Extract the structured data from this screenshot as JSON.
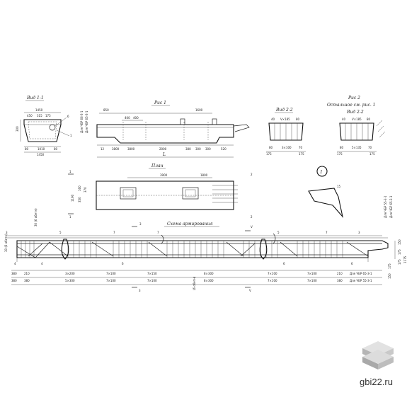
{
  "titles": {
    "view11": "Вид 1-1",
    "fig1": "Рис 1",
    "view22": "Вид 2-2",
    "fig2": "Рис 2",
    "fig2_note": "Остальное см. рис. 1",
    "fig2_view": "Вид 2-2",
    "plan": "План",
    "scheme": "Схема армирования"
  },
  "view11_dims": {
    "top": "1450",
    "sub": [
      "450",
      "315",
      "175"
    ],
    "left": "300",
    "bottom": [
      "80",
      "1010",
      "80"
    ],
    "total": "1450",
    "callouts": [
      "6",
      "1"
    ]
  },
  "fig1_dims": {
    "top_left": "850",
    "top_mid": [
      "400",
      "400"
    ],
    "top_right": "1600",
    "bottom": [
      "12",
      "3800",
      "3800",
      "2000",
      "380",
      "300",
      "300",
      "520"
    ],
    "span": "L",
    "side": [
      "Для ЧБР 66-3-1",
      "Для ЧБР 65-3-1"
    ]
  },
  "plan_dims": {
    "top": [
      "3900",
      "1800"
    ],
    "side": [
      "160",
      "350",
      "370",
      "1190"
    ],
    "markers": [
      "1",
      "1",
      "2",
      "2"
    ],
    "circle": "1",
    "detail_dim": "15"
  },
  "view22_dims": {
    "top": [
      "40",
      "V×185",
      "80"
    ],
    "bottom": [
      "80",
      "3×100",
      "70"
    ],
    "edge": [
      "175",
      "175"
    ]
  },
  "fig2_dims": {
    "top": [
      "40",
      "V×185",
      "80"
    ],
    "bottom": [
      "80",
      "5×135",
      "70"
    ],
    "edge": [
      "175",
      "175"
    ]
  },
  "scheme_labels": {
    "markers_top": [
      "3",
      "3",
      "V"
    ],
    "positions_top": [
      "3",
      "5",
      "7",
      "7",
      "5",
      "7",
      "3"
    ],
    "positions_bottom": [
      "4",
      "6",
      "6",
      "6"
    ],
    "markers_bottom": [
      "4",
      "V"
    ],
    "left_side": "30 (6 обетн)",
    "left_side2": "30 (6 обетн)",
    "center_note": "(6 обетн)",
    "right_side": [
      "Для ЧБР 55-3-1",
      "Для ЧБР 65-3-1"
    ]
  },
  "scheme_row1": [
    "380",
    "210",
    "3×200",
    "7×100",
    "7×150",
    "8×300",
    "7×100",
    "7×100",
    "210",
    "Для ЧБР 65-3-1"
  ],
  "scheme_row2": [
    "380",
    "380",
    "5×300",
    "7×100",
    "7×100",
    "8×300",
    "7×100",
    "7×100",
    "380",
    "Для ЧБР 55-3-1"
  ],
  "right_dims": [
    "150",
    "175",
    "175",
    "1175",
    "175",
    "150"
  ],
  "watermark": "gbi22.ru",
  "colors": {
    "ink": "#222222",
    "logo_top": "#d8d8d8",
    "logo_mid": "#b8b8b8",
    "logo_bot": "#9a9a9a"
  }
}
